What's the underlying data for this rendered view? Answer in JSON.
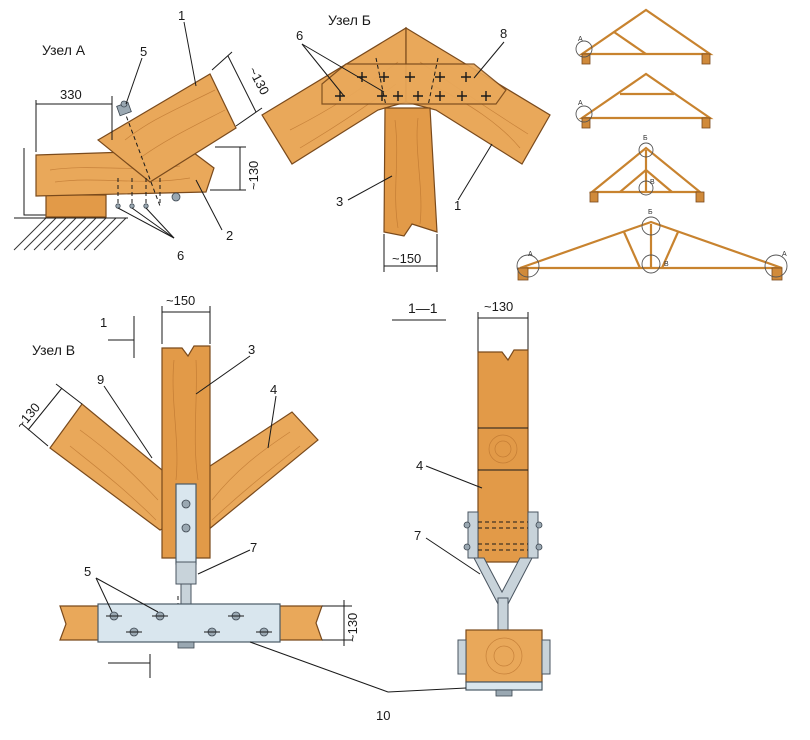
{
  "titles": {
    "node_a": "Узел А",
    "node_b": "Узел Б",
    "node_v": "Узел В",
    "section": "1—1"
  },
  "dimensions": {
    "a_330": "330",
    "a_130_top": "~130",
    "a_130_side": "~130",
    "b_150": "~150",
    "v_150": "~150",
    "v_130": "~130",
    "v_130_plate": "~130",
    "s_130": "~130"
  },
  "callouts": {
    "a": [
      "1",
      "5",
      "6",
      "2"
    ],
    "b": [
      "6",
      "8",
      "3",
      "1"
    ],
    "v": [
      "3",
      "9",
      "4",
      "7",
      "5"
    ],
    "s": [
      "4",
      "7"
    ],
    "section_mark": "1",
    "shared": "10"
  },
  "trusses": {
    "labels": [
      "А",
      "А",
      "Б",
      "В",
      "Б",
      "А",
      "В",
      "А"
    ]
  },
  "colors": {
    "wood": "#e9a85a",
    "wood_edge": "#7a4a1c",
    "steel_plate": "#d9e6ee",
    "truss": "#c8832f"
  }
}
